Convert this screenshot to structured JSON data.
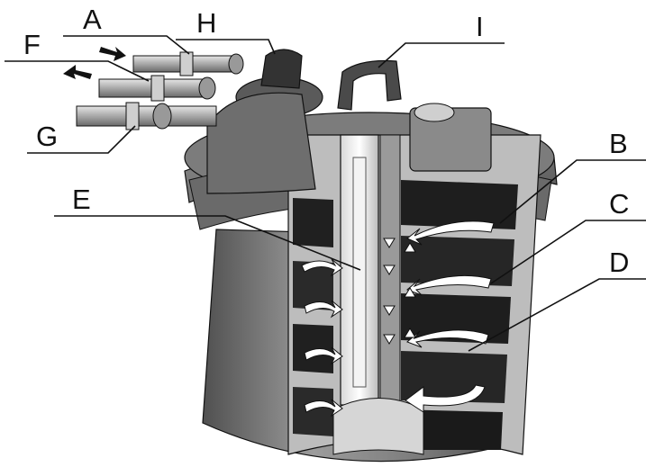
{
  "diagram": {
    "subject": "cutaway illustration of pressurised pond filter with UV lamp",
    "labels": {
      "A": "A",
      "B": "B",
      "C": "C",
      "D": "D",
      "E": "E",
      "F": "F",
      "G": "G",
      "H": "H",
      "I": "I"
    },
    "colors": {
      "background": "#ffffff",
      "outline": "#111111",
      "body_light": "#9a9a9a",
      "body_mid": "#6e6e6e",
      "body_dark": "#2e2e2e",
      "foam": "#1c1c1c",
      "flow_arrow": "#ffffff"
    }
  }
}
